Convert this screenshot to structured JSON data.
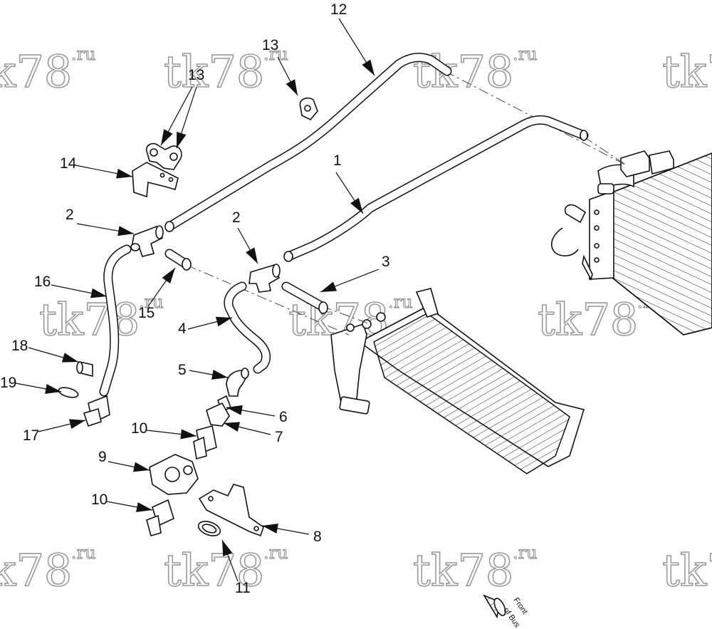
{
  "watermark_text": "tk78",
  "watermark_suffix": ".ru",
  "callouts": [
    {
      "id": "c1",
      "label": "1"
    },
    {
      "id": "c2a",
      "label": "2"
    },
    {
      "id": "c2b",
      "label": "2"
    },
    {
      "id": "c3",
      "label": "3"
    },
    {
      "id": "c4",
      "label": "4"
    },
    {
      "id": "c5",
      "label": "5"
    },
    {
      "id": "c6",
      "label": "6"
    },
    {
      "id": "c7",
      "label": "7"
    },
    {
      "id": "c8",
      "label": "8"
    },
    {
      "id": "c9",
      "label": "9"
    },
    {
      "id": "c10a",
      "label": "10"
    },
    {
      "id": "c10b",
      "label": "10"
    },
    {
      "id": "c11",
      "label": "11"
    },
    {
      "id": "c12",
      "label": "12"
    },
    {
      "id": "c13a",
      "label": "13"
    },
    {
      "id": "c13b",
      "label": "13"
    },
    {
      "id": "c14",
      "label": "14"
    },
    {
      "id": "c15",
      "label": "15"
    },
    {
      "id": "c16",
      "label": "16"
    },
    {
      "id": "c17",
      "label": "17"
    },
    {
      "id": "c18",
      "label": "18"
    },
    {
      "id": "c19",
      "label": "19"
    }
  ],
  "front_indicator": {
    "line1": "Front",
    "line2": "of Bus"
  }
}
